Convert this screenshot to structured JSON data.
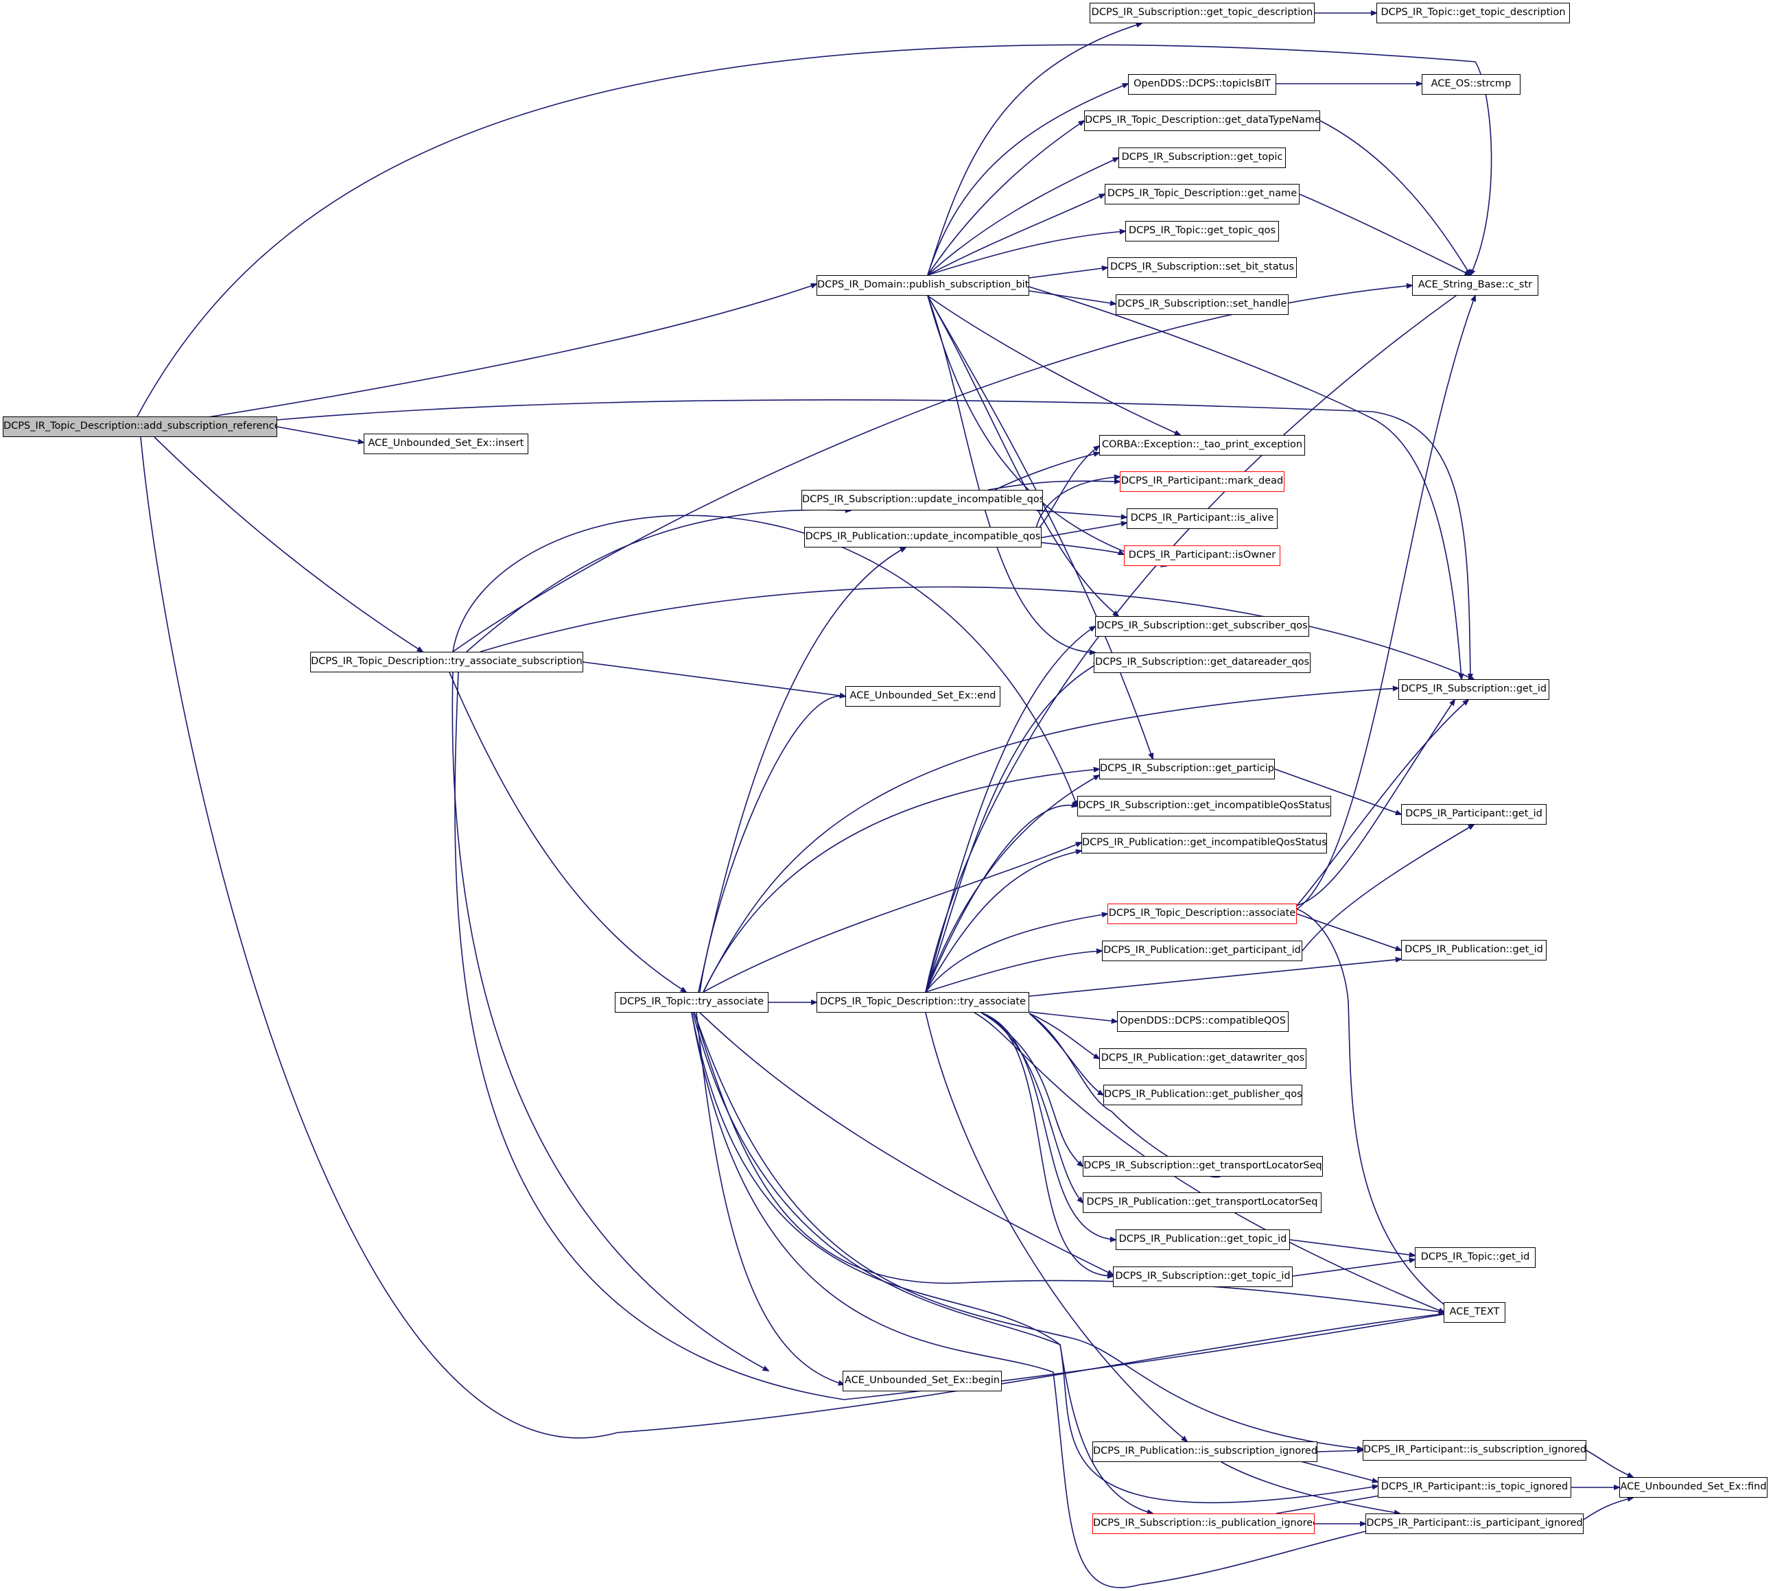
{
  "colors": {
    "edge": "#191970",
    "node_border": "#000000",
    "linked_node_border": "#ff0000",
    "root_fill": "#bfbfbf",
    "background": "#ffffff"
  },
  "graph": {
    "root": "DCPS_IR_Topic_Description::add_subscription_reference",
    "nodes": {
      "add_subscription_reference": "DCPS_IR_Topic_Description::add_subscription_reference",
      "unbounded_insert": "ACE_Unbounded_Set_Ex::insert",
      "publish_subscription_bit": "DCPS_IR_Domain::publish_subscription_bit",
      "try_associate_subscription": "DCPS_IR_Topic_Description::try_associate_subscription",
      "sub_update_incompatible_qos": "DCPS_IR_Subscription::update_incompatible_qos",
      "pub_update_incompatible_qos": "DCPS_IR_Publication::update_incompatible_qos",
      "unbounded_end": "ACE_Unbounded_Set_Ex::end",
      "topic_try_associate": "DCPS_IR_Topic::try_associate",
      "td_try_associate": "DCPS_IR_Topic_Description::try_associate",
      "unbounded_begin": "ACE_Unbounded_Set_Ex::begin",
      "sub_get_topic_description": "DCPS_IR_Subscription::get_topic_description",
      "topic_is_bit": "OpenDDS::DCPS::topicIsBIT",
      "td_get_datatype_name": "DCPS_IR_Topic_Description::get_dataTypeName",
      "sub_get_topic": "DCPS_IR_Subscription::get_topic",
      "td_get_name": "DCPS_IR_Topic_Description::get_name",
      "topic_get_topic_qos": "DCPS_IR_Topic::get_topic_qos",
      "sub_set_bit_status": "DCPS_IR_Subscription::set_bit_status",
      "sub_set_handle": "DCPS_IR_Subscription::set_handle",
      "tao_print_exception": "CORBA::Exception::_tao_print_exception",
      "part_mark_dead": "DCPS_IR_Participant::mark_dead",
      "part_is_alive": "DCPS_IR_Participant::is_alive",
      "part_is_owner": "DCPS_IR_Participant::isOwner",
      "sub_get_subscriber_qos": "DCPS_IR_Subscription::get_subscriber_qos",
      "sub_get_datareader_qos": "DCPS_IR_Subscription::get_datareader_qos",
      "sub_get_participant_id": "DCPS_IR_Subscription::get_participant_id",
      "sub_get_incompatible_qos_status": "DCPS_IR_Subscription::get_incompatibleQosStatus",
      "pub_get_incompatible_qos_status": "DCPS_IR_Publication::get_incompatibleQosStatus",
      "td_associate": "DCPS_IR_Topic_Description::associate",
      "pub_get_participant_id": "DCPS_IR_Publication::get_participant_id",
      "compatible_qos": "OpenDDS::DCPS::compatibleQOS",
      "pub_get_datawriter_qos": "DCPS_IR_Publication::get_datawriter_qos",
      "pub_get_publisher_qos": "DCPS_IR_Publication::get_publisher_qos",
      "sub_get_transport_locator_seq": "DCPS_IR_Subscription::get_transportLocatorSeq",
      "pub_get_transport_locator_seq": "DCPS_IR_Publication::get_transportLocatorSeq",
      "pub_get_topic_id": "DCPS_IR_Publication::get_topic_id",
      "sub_get_topic_id": "DCPS_IR_Subscription::get_topic_id",
      "pub_is_subscription_ignored": "DCPS_IR_Publication::is_subscription_ignored",
      "sub_is_publication_ignored": "DCPS_IR_Subscription::is_publication_ignored",
      "topic_get_topic_description": "DCPS_IR_Topic::get_topic_description",
      "ace_os_strcmp": "ACE_OS::strcmp",
      "ace_string_c_str": "ACE_String_Base::c_str",
      "sub_get_id": "DCPS_IR_Subscription::get_id",
      "part_get_id": "DCPS_IR_Participant::get_id",
      "pub_get_id": "DCPS_IR_Publication::get_id",
      "topic_get_id": "DCPS_IR_Topic::get_id",
      "ace_text": "ACE_TEXT",
      "part_is_subscription_ignored": "DCPS_IR_Participant::is_subscription_ignored",
      "part_is_topic_ignored": "DCPS_IR_Participant::is_topic_ignored",
      "part_is_participant_ignored": "DCPS_IR_Participant::is_participant_ignored",
      "unbounded_find": "ACE_Unbounded_Set_Ex::find"
    }
  }
}
